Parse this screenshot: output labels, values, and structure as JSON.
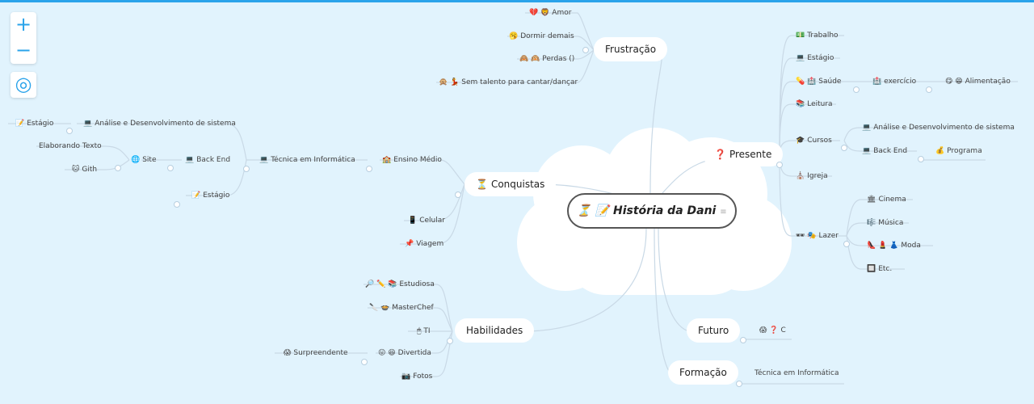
{
  "controls": {
    "zoom_in": "+",
    "zoom_out": "−",
    "locate": "◎"
  },
  "root": {
    "icons": "⏳ 📝",
    "label": "História da Dani",
    "note_icon": "≡"
  },
  "frustracao": {
    "label": "Frustração",
    "items": [
      {
        "icons": "💔 🦁",
        "label": "Amor"
      },
      {
        "icons": "🥱",
        "label": "Dormir demais"
      },
      {
        "icons": "🙈 🙉",
        "label": "Perdas ()"
      },
      {
        "icons": "🙊 💃",
        "label": "Sem talento para cantar/dançar"
      }
    ]
  },
  "conquistas": {
    "icon": "⏳",
    "label": "Conquistas",
    "ensino": {
      "icon": "🏫",
      "label": "Ensino Médio"
    },
    "tecnica": {
      "icon": "💻",
      "label": "Técnica em Informática"
    },
    "analise": {
      "icon": "💻",
      "label": "Análise e Desenvolvimento de sistema"
    },
    "estagio1": {
      "icon": "📝",
      "label": "Estágio"
    },
    "backend": {
      "icon": "💻",
      "label": "Back End"
    },
    "site": {
      "icon": "🌐",
      "label": "Site"
    },
    "elaborando": {
      "label": "Elaborando Texto"
    },
    "gith": {
      "icon": "🐱",
      "label": "Gith"
    },
    "estagio2": {
      "icon": "📝",
      "label": "Estágio"
    },
    "celular": {
      "icon": "📱",
      "label": "Celular"
    },
    "viagem": {
      "icon": "📌",
      "label": "Viagem"
    }
  },
  "habilidades": {
    "label": "Habilidades",
    "estudiosa": {
      "icons": "🔎 ✏️ 📚",
      "label": "Estudiosa"
    },
    "masterchef": {
      "icons": "🔪 🍲",
      "label": "MasterChef"
    },
    "ti": {
      "icon": "🖱",
      "label": "TI"
    },
    "divertida": {
      "icons": "😛 😆",
      "label": "Divertida"
    },
    "surpreendente": {
      "icon": "😱",
      "label": "Surpreendente"
    },
    "fotos": {
      "icon": "📷",
      "label": "Fotos"
    }
  },
  "presente": {
    "icon": "❓",
    "label": "Presente",
    "trabalho": {
      "icon": "💵",
      "label": "Trabalho"
    },
    "estagio": {
      "icon": "💻",
      "label": "Estágio"
    },
    "saude": {
      "icons": "💊 🏥",
      "label": "Saúde"
    },
    "exercicio": {
      "icon": "🏥",
      "label": "exercício"
    },
    "alimentacao": {
      "icons": "😋 😁",
      "label": "Alimentação"
    },
    "leitura": {
      "icon": "📚",
      "label": "Leitura"
    },
    "cursos": {
      "icon": "🎓",
      "label": "Cursos"
    },
    "analise": {
      "icon": "💻",
      "label": "Análise e Desenvolvimento de sistema"
    },
    "backend": {
      "icon": "💻",
      "label": "Back End"
    },
    "programa": {
      "icon": "💰",
      "label": "Programa"
    },
    "igreja": {
      "icon": "⛪",
      "label": "Igreja"
    },
    "lazer": {
      "icons": "🕶 🎭",
      "label": "Lazer"
    },
    "cinema": {
      "icon": "🏛",
      "label": "Cinema"
    },
    "musica": {
      "icon": "🎼",
      "label": "Música"
    },
    "moda": {
      "icons": "👠 💄 👗",
      "label": "Moda"
    },
    "etc": {
      "icon": "🔲",
      "label": "Etc."
    }
  },
  "futuro": {
    "label": "Futuro",
    "child_icons": "😱 ❓",
    "child_label": "C"
  },
  "formacao": {
    "label": "Formação",
    "child_label": "Técnica em Informática"
  }
}
